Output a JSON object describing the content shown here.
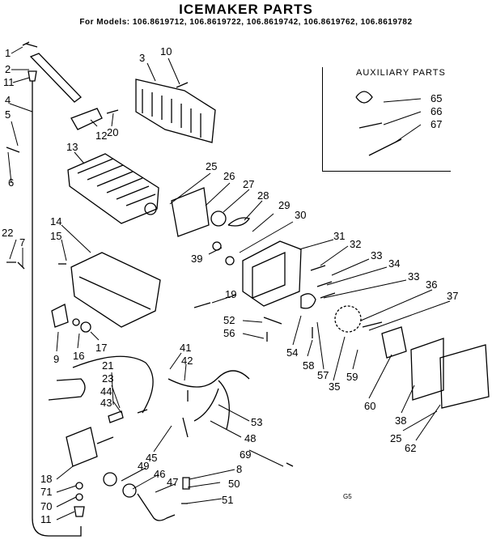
{
  "title": "ICEMAKER PARTS",
  "models": "For Models: 106.8619712, 106.8619722, 106.8619742, 106.8619762, 106.8619782",
  "auxiliary_title": "AUXILIARY PARTS",
  "code": "G5",
  "callouts": {
    "n1": "1",
    "n2": "2",
    "n11": "11",
    "n4": "4",
    "n5": "5",
    "n6": "6",
    "n3": "3",
    "n10": "10",
    "n12": "12",
    "n20": "20",
    "n13": "13",
    "n25": "25",
    "n26": "26",
    "n27": "27",
    "n28": "28",
    "n29": "29",
    "n30": "30",
    "n31": "31",
    "n32": "32",
    "n33a": "33",
    "n33b": "33",
    "n34": "34",
    "n36": "36",
    "n37": "37",
    "n14": "14",
    "n15": "15",
    "n19": "19",
    "n39": "39",
    "n22": "22",
    "n7": "7",
    "n9": "9",
    "n16": "16",
    "n17": "17",
    "n52": "52",
    "n56": "56",
    "n54": "54",
    "n58": "58",
    "n57": "57",
    "n35": "35",
    "n59": "59",
    "n60": "60",
    "n38": "38",
    "n25b": "25",
    "n62": "62",
    "n41": "41",
    "n42": "42",
    "n21": "21",
    "n23": "23",
    "n44": "44",
    "n43": "43",
    "n53": "53",
    "n48": "48",
    "n45": "45",
    "n69": "69",
    "n8": "8",
    "n49": "49",
    "n46": "46",
    "n47": "47",
    "n50": "50",
    "n51": "51",
    "n18": "18",
    "n71": "71",
    "n70": "70",
    "n11b": "11",
    "n65": "65",
    "n66": "66",
    "n67": "67"
  }
}
